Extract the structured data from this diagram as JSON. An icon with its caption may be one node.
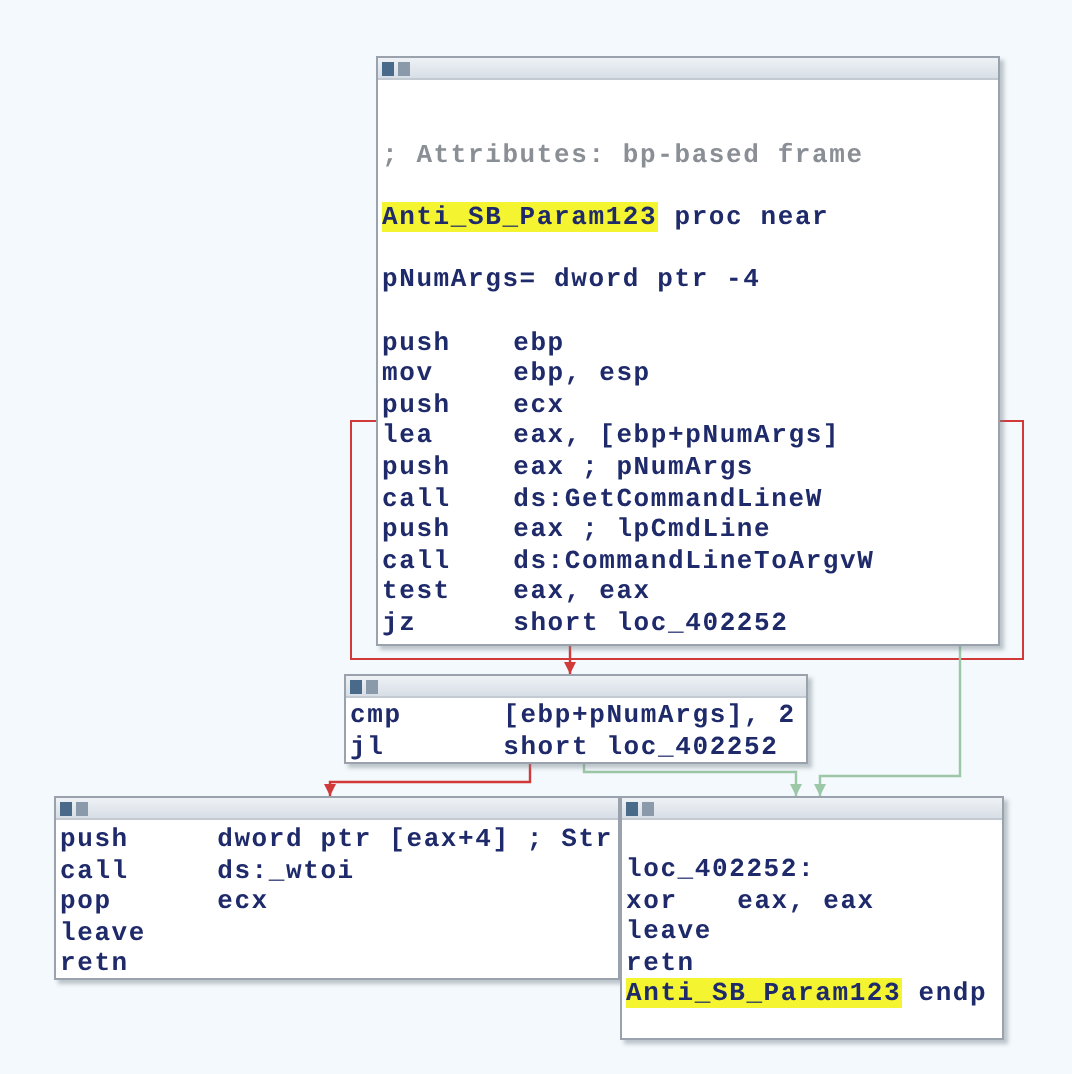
{
  "diagram": {
    "nodes": [
      {
        "text": [
          "; Attributes: bp-based frame",
          "Anti_SB_Param123 proc near",
          "pNumArgs= dword ptr -4",
          "push ebp",
          "mov ebp, esp",
          "push ecx",
          "lea eax, [ebp+pNumArgs]",
          "push eax ; pNumArgs",
          "call ds:GetCommandLineW",
          "push eax ; lpCmdLine",
          "call ds:CommandLineToArgvW",
          "test eax, eax",
          "jz short loc_402252"
        ]
      },
      {
        "text": [
          "cmp [ebp+pNumArgs], 2",
          "jl short loc_402252"
        ]
      },
      {
        "text": [
          "push dword ptr [eax+4] ; Str",
          "call ds:_wtoi",
          "pop ecx",
          "leave",
          "retn"
        ]
      },
      {
        "text": [
          "loc_402252:",
          "xor eax, eax",
          "leave",
          "retn",
          "Anti_SB_Param123 endp"
        ]
      }
    ],
    "edges": [
      {
        "from": 0,
        "to": 1,
        "arrow": "to",
        "color": "#d23a3a"
      },
      {
        "from": 0,
        "to": 3,
        "arrow": "to",
        "color": "#9cc8a8"
      },
      {
        "from": 1,
        "to": 2,
        "arrow": "to",
        "color": "#d23a3a"
      },
      {
        "from": 1,
        "to": 3,
        "arrow": "to",
        "color": "#9cc8a8"
      }
    ]
  }
}
